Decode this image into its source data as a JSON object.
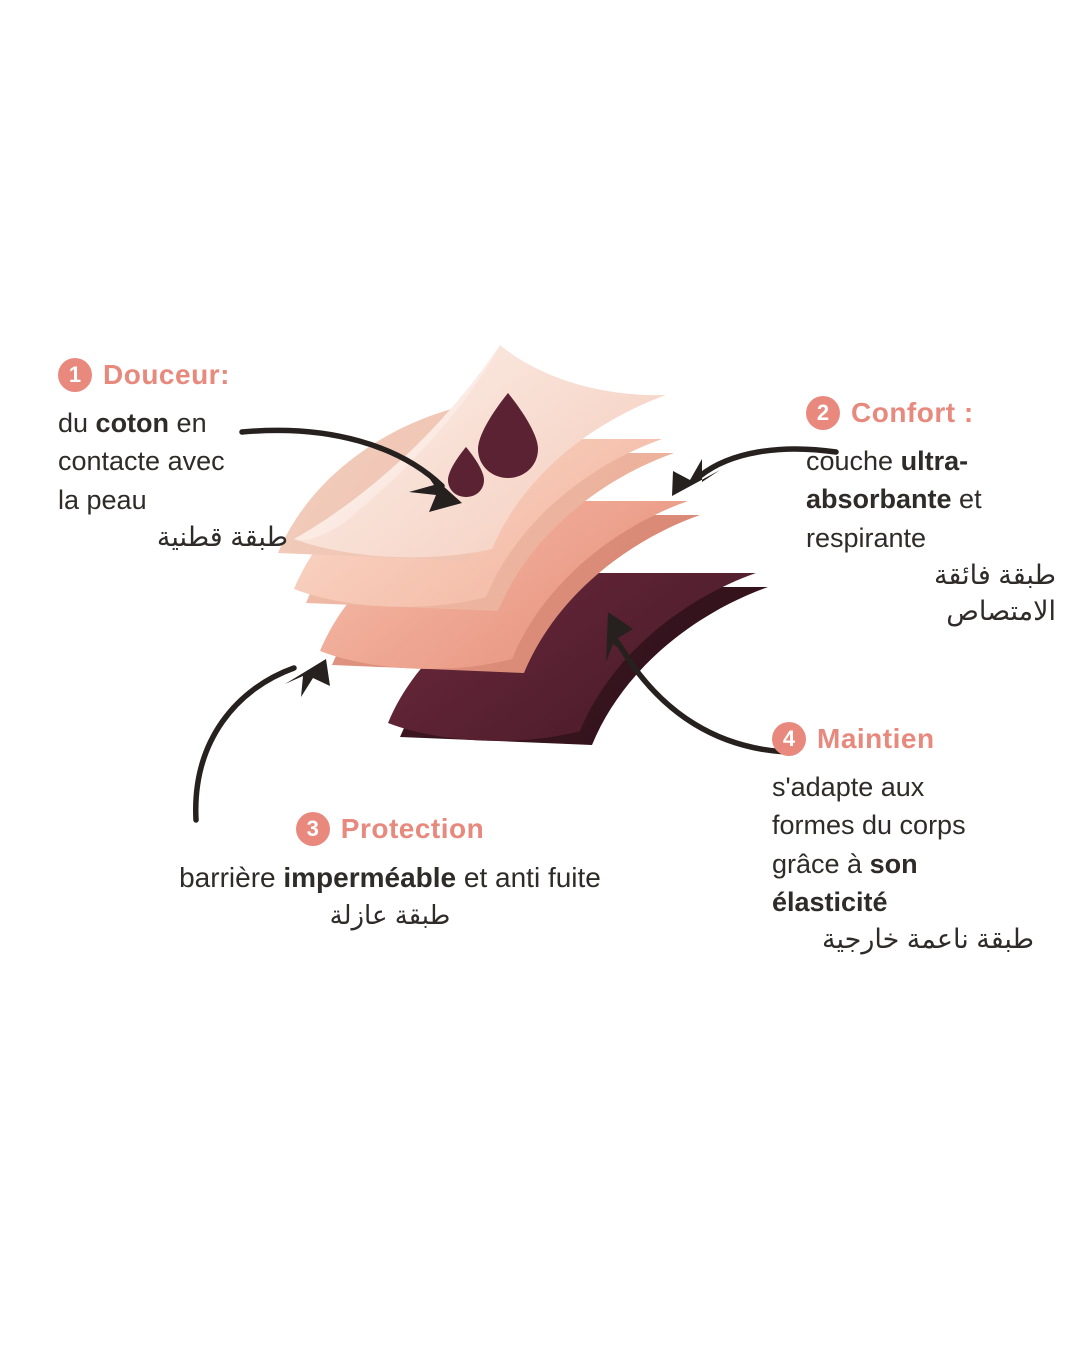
{
  "page": {
    "background": "#ffffff",
    "accent_color": "#e8897d",
    "text_color": "#2e2b29"
  },
  "illustration": {
    "name": "layered-absorbent-pad-cutaway",
    "layers": [
      {
        "name": "cotton-top-layer",
        "color": "#f9e2d8"
      },
      {
        "name": "ultra-absorbent-layer",
        "color": "#f7c9b7"
      },
      {
        "name": "waterproof-layer",
        "color": "#efa894"
      },
      {
        "name": "outer-elastic-layer",
        "color": "#5b2233"
      }
    ],
    "drops": {
      "name": "blood-drop-icon",
      "color": "#5b2233",
      "count": 2
    }
  },
  "arrows": [
    {
      "name": "arrow-to-cotton-layer",
      "points_to": "cotton-top-layer"
    },
    {
      "name": "arrow-to-absorbent-layer",
      "points_to": "ultra-absorbent-layer"
    },
    {
      "name": "arrow-to-waterproof-layer",
      "points_to": "waterproof-layer"
    },
    {
      "name": "arrow-to-outer-layer",
      "points_to": "outer-elastic-layer"
    }
  ],
  "callouts": [
    {
      "number": "1",
      "title": "Douceur:",
      "line1_a": "du ",
      "line1_b": "coton",
      "line1_c": " en",
      "line2": "contacte avec",
      "line3": "la peau",
      "arabic": "طبقة قطنية"
    },
    {
      "number": "2",
      "title": "Confort :",
      "line1_a": "couche ",
      "line1_b": "ultra-",
      "line2_b": "absorbante",
      "line2_c": " et",
      "line3": "respirante",
      "arabic_1": "طبقة فائقة",
      "arabic_2": "الامتصاص"
    },
    {
      "number": "3",
      "title": "Protection",
      "line1_a": "barrière ",
      "line1_b": "imperméable",
      "line1_c": " et anti fuite",
      "arabic": "طبقة عازلة"
    },
    {
      "number": "4",
      "title": "Maintien",
      "line1": "s'adapte aux",
      "line2": "formes du corps",
      "line3_a": "grâce à ",
      "line3_b": "son",
      "line4_b": "élasticité",
      "arabic": "طبقة ناعمة خارجية"
    }
  ]
}
